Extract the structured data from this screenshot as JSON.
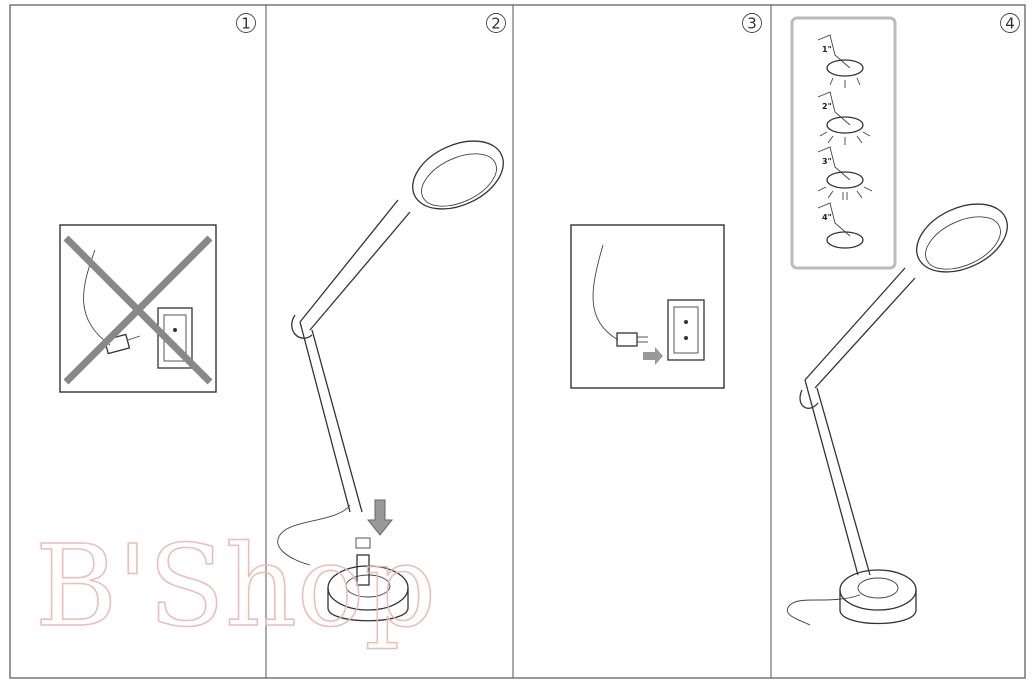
{
  "steps": [
    {
      "number": "1",
      "caption_icon": "unplugged-prohibited"
    },
    {
      "number": "2",
      "caption_icon": "assemble-lamp-base"
    },
    {
      "number": "3",
      "caption_icon": "plug-in-socket"
    },
    {
      "number": "4",
      "caption_icon": "touch-dimmer-levels"
    }
  ],
  "dimmer_levels": [
    "1\"",
    "2\"",
    "3\"",
    "4\""
  ],
  "watermark": "B'Shop",
  "colors": {
    "line": "#333333",
    "watermark": "#e9b8b8",
    "inset_border": "#bbbbbb",
    "arrow": "#999999"
  }
}
